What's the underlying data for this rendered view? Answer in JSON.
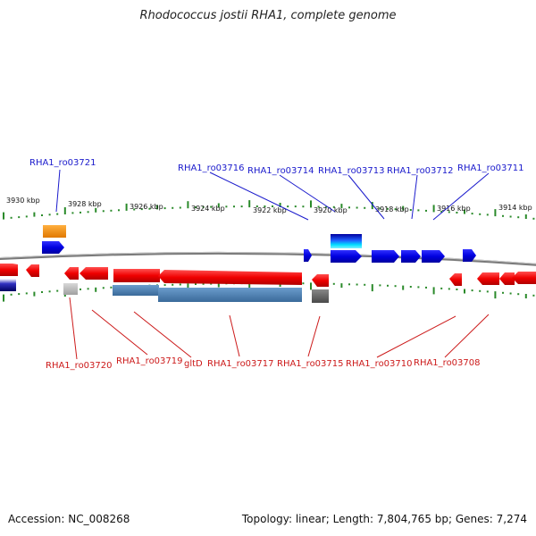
{
  "title": "Rhodococcus jostii RHA1, complete genome",
  "footer": {
    "accession": "Accession: NC_008268",
    "summary": "Topology: linear; Length: 7,804,765 bp; Genes: 7,274"
  },
  "colors": {
    "forward_label": "#1a1acc",
    "reverse_label": "#cc1a1a",
    "forward_gene": "#1010e0",
    "reverse_gene": "#e01010",
    "tick": "#2a8a2a",
    "backbone": "#888888"
  },
  "scale": {
    "upper": [
      {
        "kb": 3930,
        "label": "3930 kbp"
      },
      {
        "kb": 3928,
        "label": "3928 kbp"
      },
      {
        "kb": 3926,
        "label": "3926 kbp"
      },
      {
        "kb": 3924,
        "label": "3924 kbp"
      },
      {
        "kb": 3922,
        "label": "3922 kbp"
      },
      {
        "kb": 3920,
        "label": "3920 kbp"
      },
      {
        "kb": 3918,
        "label": "3918 kbp"
      },
      {
        "kb": 3916,
        "label": "3916 kbp"
      },
      {
        "kb": 3914,
        "label": "3914 kbp"
      }
    ]
  },
  "forward_labels": [
    {
      "name": "RHA1_ro03721"
    },
    {
      "name": "RHA1_ro03716"
    },
    {
      "name": "RHA1_ro03714"
    },
    {
      "name": "RHA1_ro03713"
    },
    {
      "name": "RHA1_ro03712"
    },
    {
      "name": "RHA1_ro03711"
    }
  ],
  "reverse_labels": [
    {
      "name": "RHA1_ro03720"
    },
    {
      "name": "RHA1_ro03719"
    },
    {
      "name": "gltD"
    },
    {
      "name": "RHA1_ro03717"
    },
    {
      "name": "RHA1_ro03715"
    },
    {
      "name": "RHA1_ro03710"
    },
    {
      "name": "RHA1_ro03708"
    }
  ]
}
